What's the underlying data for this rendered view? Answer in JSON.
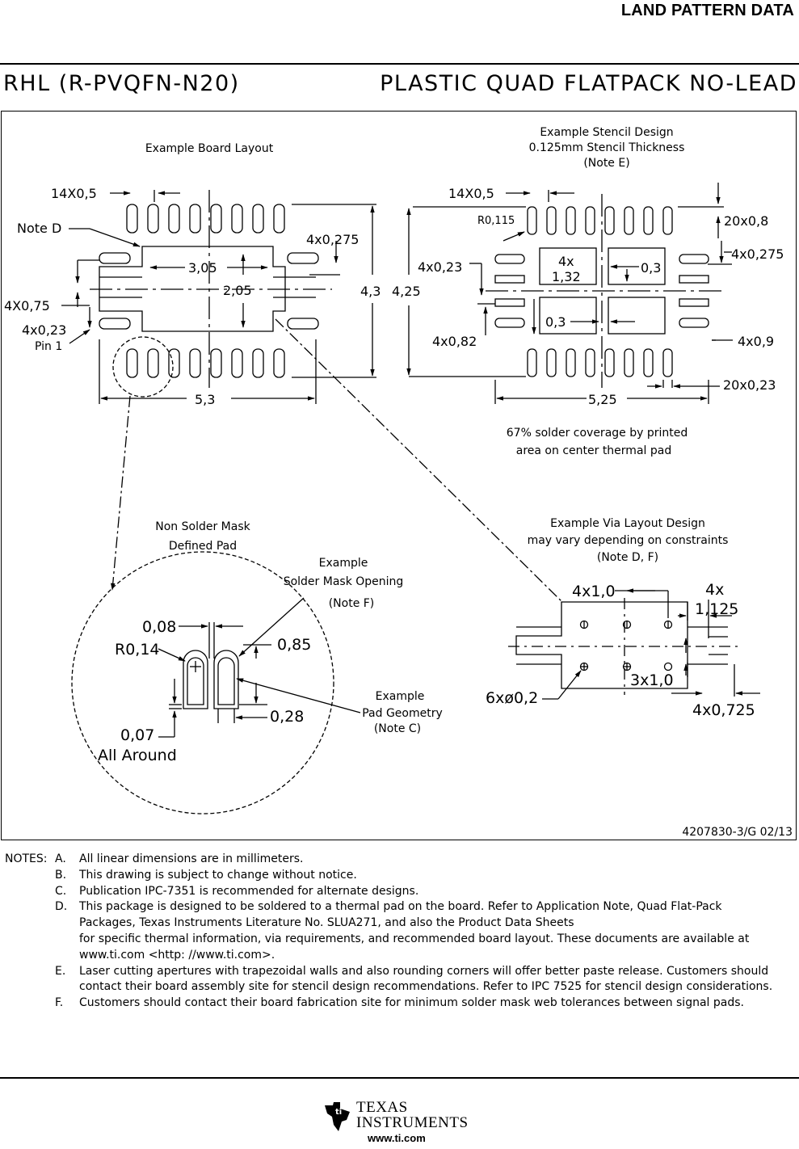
{
  "header": {
    "section_title": "LAND PATTERN DATA"
  },
  "title_bar": {
    "package_code": "RHL (R-PVQFN-N20)",
    "package_name": "PLASTIC QUAD FLATPACK NO-LEAD"
  },
  "board_layout": {
    "title": "Example Board Layout",
    "labels": {
      "pitch": "14X0,5",
      "note_d": "Note D",
      "corner_w": "4x0,275",
      "width_305": "3,05",
      "width_205": "2,05",
      "height_43": "4,3",
      "four_x_075": "4X0,75",
      "four_x_023": "4x0,23",
      "pin1": "Pin 1",
      "width_53": "5,3"
    }
  },
  "stencil": {
    "title_line1": "Example Stencil Design",
    "title_line2": "0.125mm Stencil Thickness",
    "title_line3": "(Note E)",
    "labels": {
      "pitch": "14X0,5",
      "radius": "R0,115",
      "pads_20x08": "20x0,8",
      "corner_w": "4x0,275",
      "four_x_023": "4x0,23",
      "aperture_4x": "4x",
      "aperture_132": "1,32",
      "gap_03a": "0,3",
      "height_425": "4,25",
      "gap_03b": "0,3",
      "four_x_082": "4x0,82",
      "four_x_09": "4x0,9",
      "pads_20x023": "20x0,23",
      "width_525": "5,25"
    },
    "coverage_line1": "67% solder coverage by printed",
    "coverage_line2": "area on center thermal pad"
  },
  "detail": {
    "title_line1": "Non Solder Mask",
    "title_line2": "Defined Pad",
    "mask_line1": "Example",
    "mask_line2": "Solder Mask Opening",
    "mask_line3": "(Note F)",
    "labels": {
      "web": "0,08",
      "radius": "R0,14",
      "length": "0,85",
      "width": "0,28",
      "around_value": "0,07",
      "around_text": "All Around"
    },
    "pad_line1": "Example",
    "pad_line2": "Pad Geometry",
    "pad_line3": "(Note C)"
  },
  "via": {
    "title_line1": "Example Via Layout Design",
    "title_line2": "may vary depending on constraints",
    "title_line3": "(Note D, F)",
    "labels": {
      "pitch_x": "4x1,0",
      "four_x": "4x",
      "ext": "1,125",
      "vias": "6xø0,2",
      "pitch_y": "3x1,0",
      "four_x_0725": "4x0,725"
    }
  },
  "drawing_ref": "4207830-3/G   02/13",
  "notes": {
    "heading": "NOTES:",
    "items": [
      {
        "letter": "A.",
        "lines": [
          "All linear dimensions are in millimeters."
        ]
      },
      {
        "letter": "B.",
        "lines": [
          "This drawing is subject to change without notice."
        ]
      },
      {
        "letter": "C.",
        "lines": [
          "Publication IPC-7351 is recommended for alternate designs."
        ]
      },
      {
        "letter": "D.",
        "lines": [
          "This package is designed to be soldered to a thermal pad on the board.  Refer to Application Note, Quad Flat-Pack",
          "Packages, Texas Instruments Literature No. SLUA271, and also the Product Data Sheets",
          "for specific thermal information, via requirements, and recommended board layout.  These documents are available at",
          "www.ti.com <http: //www.ti.com>."
        ]
      },
      {
        "letter": "E.",
        "lines": [
          "Laser cutting apertures with trapezoidal walls and also rounding corners will offer better paste release.  Customers should",
          "contact their board assembly site for stencil design recommendations.  Refer to IPC 7525 for stencil design considerations."
        ]
      },
      {
        "letter": "F.",
        "lines": [
          "Customers should contact their board fabrication site for minimum solder mask web tolerances between signal pads."
        ]
      }
    ]
  },
  "footer": {
    "brand_line1": "TEXAS",
    "brand_line2": "INSTRUMENTS",
    "url": "www.ti.com"
  }
}
